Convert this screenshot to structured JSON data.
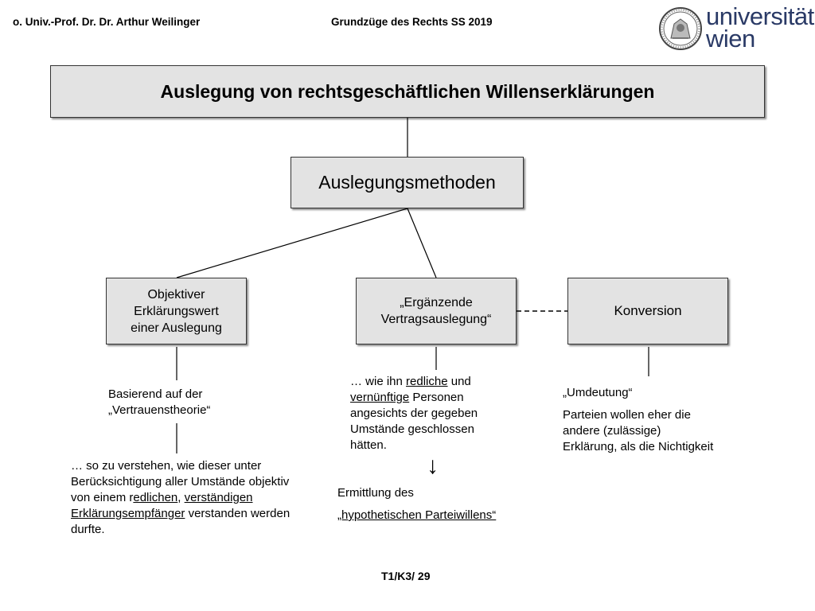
{
  "header": {
    "author": "o. Univ.-Prof. Dr. Dr. Arthur Weilinger",
    "course": "Grundzüge des Rechts SS 2019",
    "logo": {
      "word1": "universität",
      "word2": "wien",
      "emblem": "university-seal"
    }
  },
  "title": "Auslegung von rechtsgeschäftlichen Willenserklärungen",
  "methods": "Auslegungsmethoden",
  "boxes": {
    "objective": {
      "line1": "Objektiver",
      "line2": "Erklärungswert",
      "line3": "einer Auslegung"
    },
    "supplementary": {
      "line1": "„Ergänzende",
      "line2": "Vertragsauslegung“"
    },
    "conversion": "Konversion"
  },
  "left": {
    "basis1": "Basierend auf der",
    "basis2": "„Vertrauenstheorie“",
    "expl": {
      "l1": "… so zu verstehen, wie dieser unter",
      "l2": "Berücksichtigung aller Umstände objektiv",
      "l3a": "von einem r",
      "l3b": "edlichen",
      "l3c": ", ",
      "l3d": "verständigen",
      "l4a": "Erklärungsempfänger",
      "l4b": " verstanden werden",
      "l5": "durfte."
    }
  },
  "middle": {
    "l1a": "… wie ihn ",
    "l1b": "redliche",
    "l1c": " und",
    "l2a": "vernünftige",
    "l2b": " Personen",
    "l3": "angesichts der gegeben",
    "l4": "Umstände geschlossen",
    "l5": "hätten.",
    "arrow": "↓",
    "result1": "Ermittlung des",
    "result2": "„hypothetischen Parteiwillens“"
  },
  "right": {
    "term": "„Umdeutung“",
    "l1": "Parteien wollen eher die",
    "l2": "andere (zulässige)",
    "l3": "Erklärung, als die Nichtigkeit"
  },
  "footer": "T1/K3/ 29"
}
